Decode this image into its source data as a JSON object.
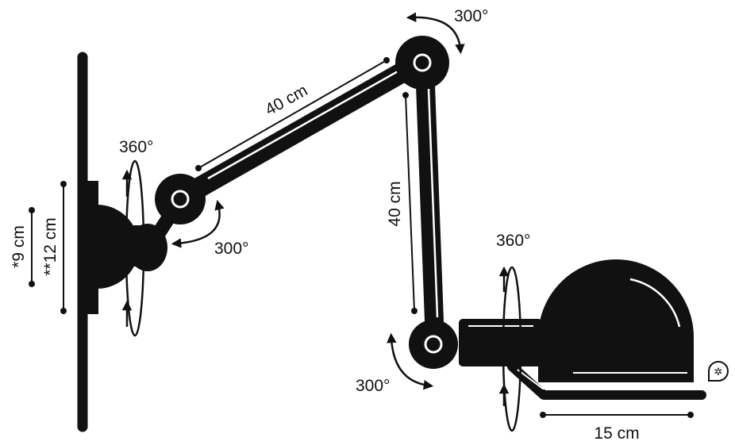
{
  "labels": {
    "upper_arm_length": "40 cm",
    "lower_arm_length": "40 cm",
    "shade_depth": "15 cm",
    "wall_rotation": "360°",
    "shoulder_joint": "300°",
    "elbow_joint": "300°",
    "wrist_joint": "300°",
    "shade_rotation": "360°",
    "base_height_small": "*9 cm",
    "base_height_large": "**12 cm"
  },
  "colors": {
    "ink": "#111111",
    "paper": "#ffffff"
  },
  "icons": {
    "bulb_badge": "sparkle-bulb-icon"
  }
}
